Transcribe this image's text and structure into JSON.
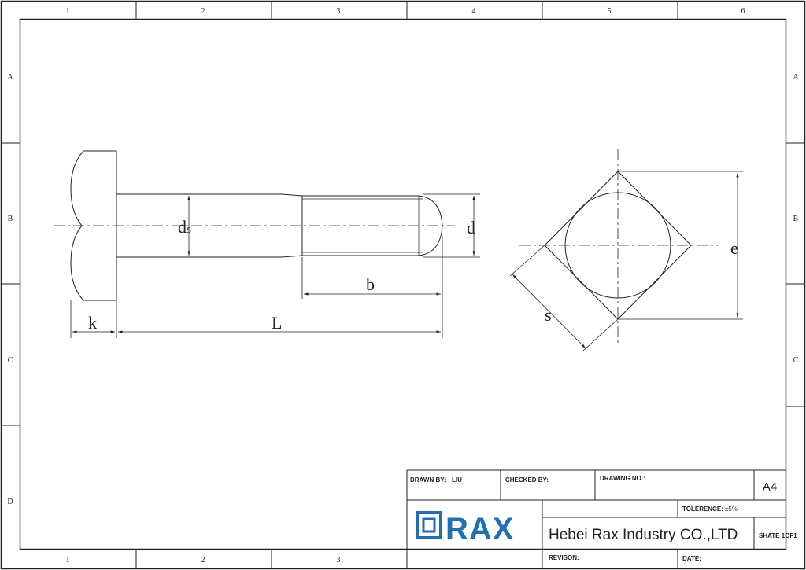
{
  "frame": {
    "columns": [
      "1",
      "2",
      "3",
      "4",
      "5",
      "6"
    ],
    "rows": [
      "A",
      "B",
      "C",
      "D"
    ]
  },
  "dimensions": {
    "ds": "d",
    "ds_sub": "s",
    "d": "d",
    "b": "b",
    "k": "k",
    "L": "L",
    "s": "s",
    "e": "e"
  },
  "title_block": {
    "drawn_by_label": "DRAWN BY:",
    "drawn_by_value": "LIU",
    "checked_by_label": "CHECKED BY:",
    "drawing_no_label": "DRAWING NO.:",
    "sheet_size": "A4",
    "tolerance_label": "TOLERENCE:",
    "tolerance_value": "±5%",
    "logo_text": "RAX",
    "company": "Hebei Rax Industry CO.,LTD",
    "sheet": "SHATE 1OF1",
    "revision_label": "REVISON:",
    "date_label": "DATE:"
  },
  "colors": {
    "line": "#222222",
    "logo_blue": "#1f6fb2"
  }
}
